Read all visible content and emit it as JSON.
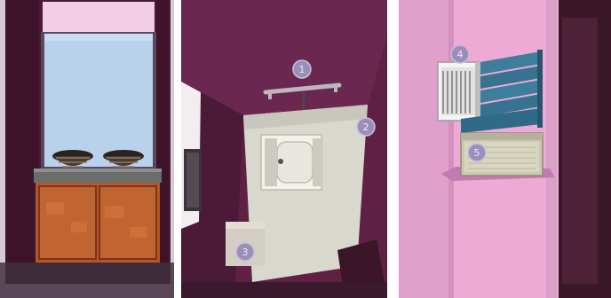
{
  "panels": [
    {
      "id": "washbasin-view",
      "markers": []
    },
    {
      "id": "toilet-view",
      "markers": [
        "1",
        "2",
        "3"
      ]
    },
    {
      "id": "wall-view",
      "markers": [
        "4",
        "5"
      ]
    }
  ],
  "colors": {
    "wall_maroon": "#5c1e3c",
    "wall_pink": "#e9a3d0",
    "window_glass": "#b8d2ec",
    "cabinet_wood": "#b5572a",
    "floor_tile": "#d9d8cf",
    "marker_fill": "#9a8fb8",
    "louver_teal": "#3d7e9c"
  }
}
